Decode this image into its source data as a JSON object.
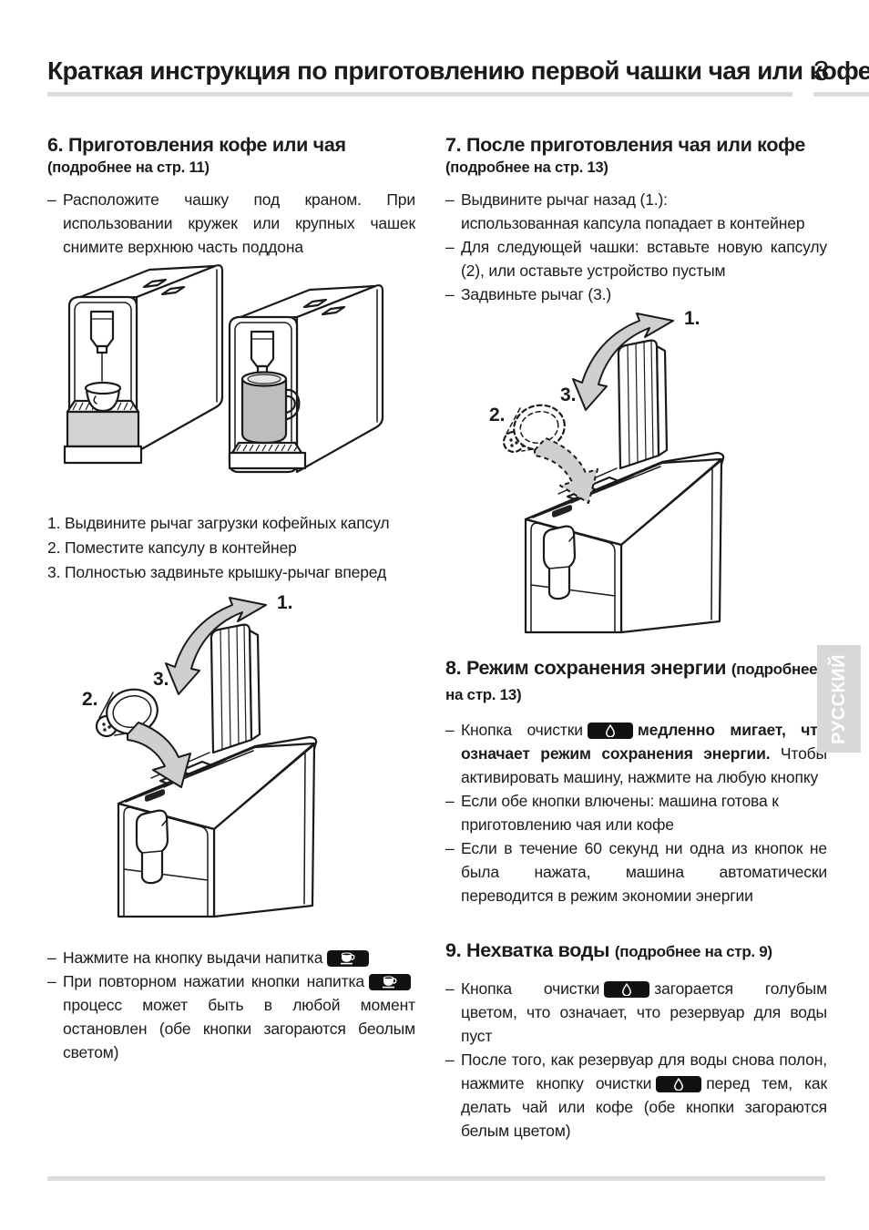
{
  "header": {
    "title": "Краткая инструкция по приготовлению первой чашки чая или кофе",
    "page_number": "3"
  },
  "language_tab": "РУССКИЙ",
  "chars": {
    "dash": "–"
  },
  "illustration_labels": {
    "l1": "1.",
    "l2": "2.",
    "l3": "3."
  },
  "icons": {
    "beverage_button": "cup-icon",
    "clean_button": "droplet-icon"
  },
  "colors": {
    "rule_gray": "#dcdcdc",
    "tab_bg": "#d8d8d8",
    "tab_text": "#ffffff",
    "button_bg": "#111111",
    "arrow_gray": "#cfcfcf"
  },
  "section6": {
    "heading": "6. Приготовления кофе или чая",
    "heading_note": "(подробнее на стр. 11)",
    "bullet1": "Расположите чашку под краном. При использовании кружек или крупных чашек снимите верхнюю часть поддона",
    "steps": [
      "1. Выдвините рычаг загрузки кофейных капсул",
      "2. Поместите капсулу в контейнер",
      "3. Полностью задвиньте крышку-рычаг вперед"
    ],
    "press_bullet_pre": "Нажмите на кнопку выдачи напитка",
    "repeat_bullet_pre": "При повторном нажатии кнопки напитка",
    "repeat_bullet_post": "процесс может быть в любой момент остановлен (обе кнопки загораются беолым светом)"
  },
  "section7": {
    "heading": "7. После приготовления чая или кофе",
    "heading_note": "(подробнее на стр. 13)",
    "bullet1_line1": "Выдвините рычаг назад (1.):",
    "bullet1_line2": "использованная капсула попадает в контейнер",
    "bullet2": "Для следующей чашки: вставьте новую капсулу (2), или оставьте устройство пустым",
    "bullet3": "Задвиньте рычаг (3.)"
  },
  "section8": {
    "heading": "8. Режим сохранения энергии",
    "heading_note": "(подробнее на стр. 13)",
    "bullet1_pre": "Кнопка очистки",
    "bullet1_bold": "медленно мигает, что означает режим сохранения энергии.",
    "bullet1_rest": "Чтобы активировать машину, нажмите на любую кнопку",
    "bullet2": "Если обе кнопки влючены: машина готова к приготовлению чая или кофе",
    "bullet3": "Если в течение 60 секунд ни одна из кнопок не была нажата, машина автоматически переводится в режим экономии энергии"
  },
  "section9": {
    "heading": "9. Нехватка воды",
    "heading_note": "(подробнее на стр. 9)",
    "bullet1_pre": "Кнопка очистки",
    "bullet1_post": "загорается голубым цветом, что означает, что резервуар для воды пуст",
    "bullet2_pre": "После того, как резервуар для воды снова полон, нажмите кнопку очистки",
    "bullet2_post": "перед тем, как делать чай или кофе (обе кнопки загораются белым цветом)"
  }
}
